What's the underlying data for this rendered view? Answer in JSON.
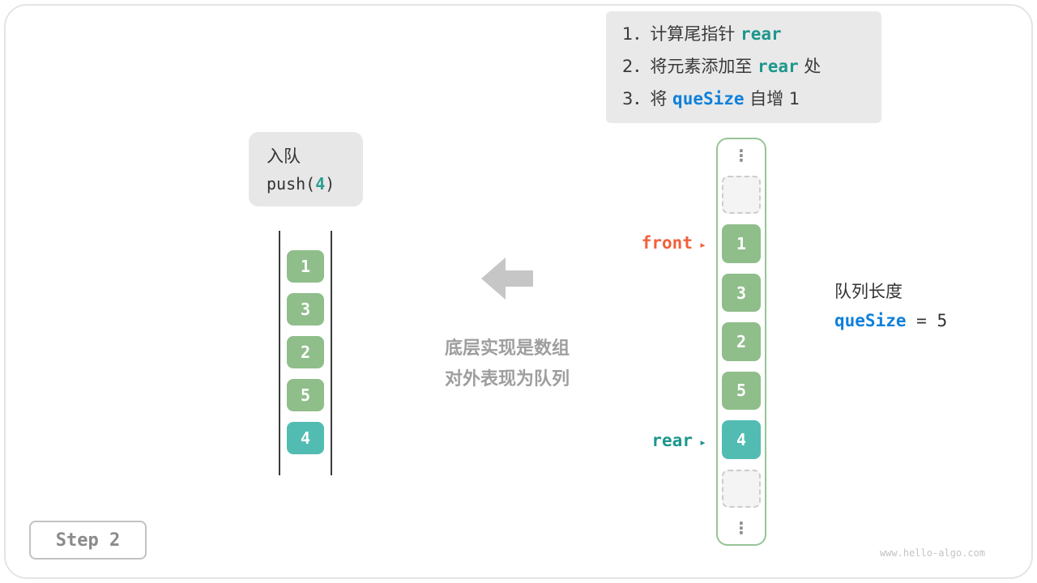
{
  "note": {
    "line1_pre": "1．计算尾指针 ",
    "line1_code": "rear",
    "line1_post": "",
    "line2_pre": "2．将元素添加至 ",
    "line2_code": "rear",
    "line2_post": " 处",
    "line3_pre": "3．将 ",
    "line3_code": "queSize",
    "line3_post": " 自增 1"
  },
  "operation": {
    "title": "入队",
    "code_pre": "push(",
    "code_arg": "4",
    "code_post": ")"
  },
  "left_array": {
    "cells": [
      {
        "value": "1"
      },
      {
        "value": "3"
      },
      {
        "value": "2"
      },
      {
        "value": "5"
      },
      {
        "value": "4"
      }
    ]
  },
  "center": {
    "caption_line1": "底层实现是数组",
    "caption_line2": "对外表现为队列"
  },
  "right_array": {
    "front_label": "front",
    "rear_label": "rear",
    "cells": [
      {
        "value": ""
      },
      {
        "value": "1"
      },
      {
        "value": "3"
      },
      {
        "value": "2"
      },
      {
        "value": "5"
      },
      {
        "value": "4"
      },
      {
        "value": ""
      }
    ]
  },
  "queue_info": {
    "label": "队列长度",
    "variable": "queSize",
    "value_text": " = 5"
  },
  "footer": {
    "step_label": "Step 2",
    "watermark": "www.hello-algo.com"
  },
  "colors": {
    "cell_green": "#8fbe8a",
    "cell_teal": "#52bcb2",
    "front_orange": "#f0613c",
    "rear_teal": "#1c978d",
    "code_blue": "#0e80db",
    "box_gray": "#e9e9e9"
  }
}
